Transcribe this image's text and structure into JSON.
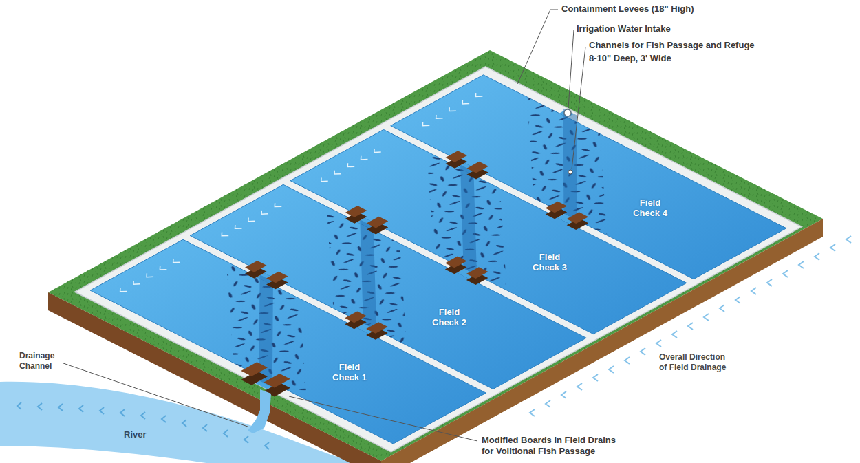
{
  "diagram": {
    "nodes": [
      {
        "text": [
          "Field Check 4"
        ]
      },
      {
        "text": [
          "Field Check 3"
        ]
      },
      {
        "text": [
          "Field Check 2"
        ]
      },
      {
        "text": [
          "Field Check 1"
        ]
      }
    ],
    "labels": [
      "Containment Levees (18\" High)",
      "Irrigation Water Intake",
      "Channels for Fish Passage and Refuge",
      "8-10\" Deep, 3' Wide",
      "Overall Direction of Field Drainage",
      "Drainage Channel",
      "River",
      "Modified Boards in Field Drains for Volitional Fish Passage"
    ]
  }
}
